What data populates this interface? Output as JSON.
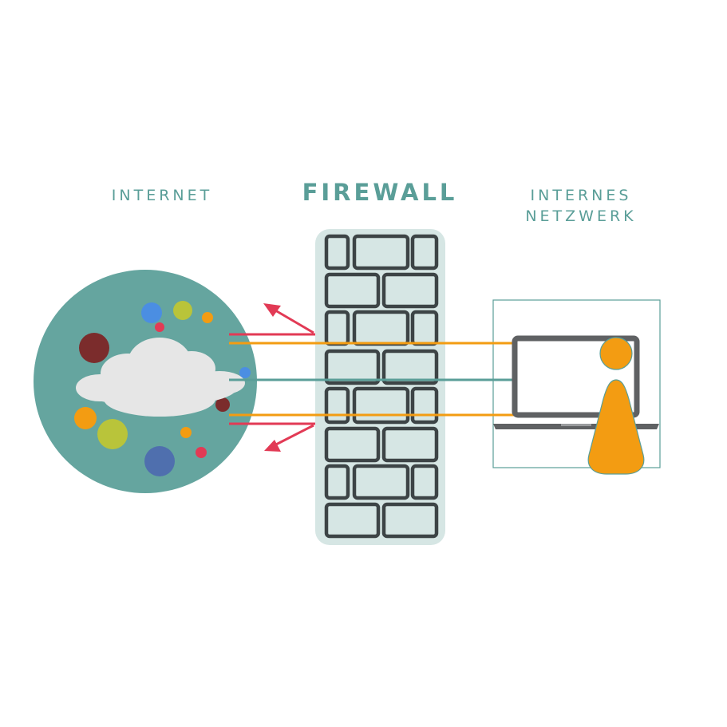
{
  "labels": {
    "internet": "INTERNET",
    "firewall": "FIREWALL",
    "internal_network_line1": "INTERNES",
    "internal_network_line2": "NETZWERK"
  },
  "colors": {
    "text_accent": "#5a9e98",
    "globe": "#65a59f",
    "cloud": "#e6e6e6",
    "wall_bg": "#d6e6e4",
    "brick_stroke": "#3d4446",
    "brick_fill": "#d6e6e4",
    "allowed_line": "#f39c12",
    "internal_line": "#5a9e98",
    "blocked_arrow": "#e23a55",
    "laptop": "#5f6163",
    "person": "#f39c12",
    "network_frame": "#5a9e98"
  },
  "icons": {
    "internet": "globe-cloud-icon",
    "firewall": "brick-wall-icon",
    "device": "laptop-icon",
    "user": "person-icon",
    "blocked": "reject-arrow-icon"
  }
}
